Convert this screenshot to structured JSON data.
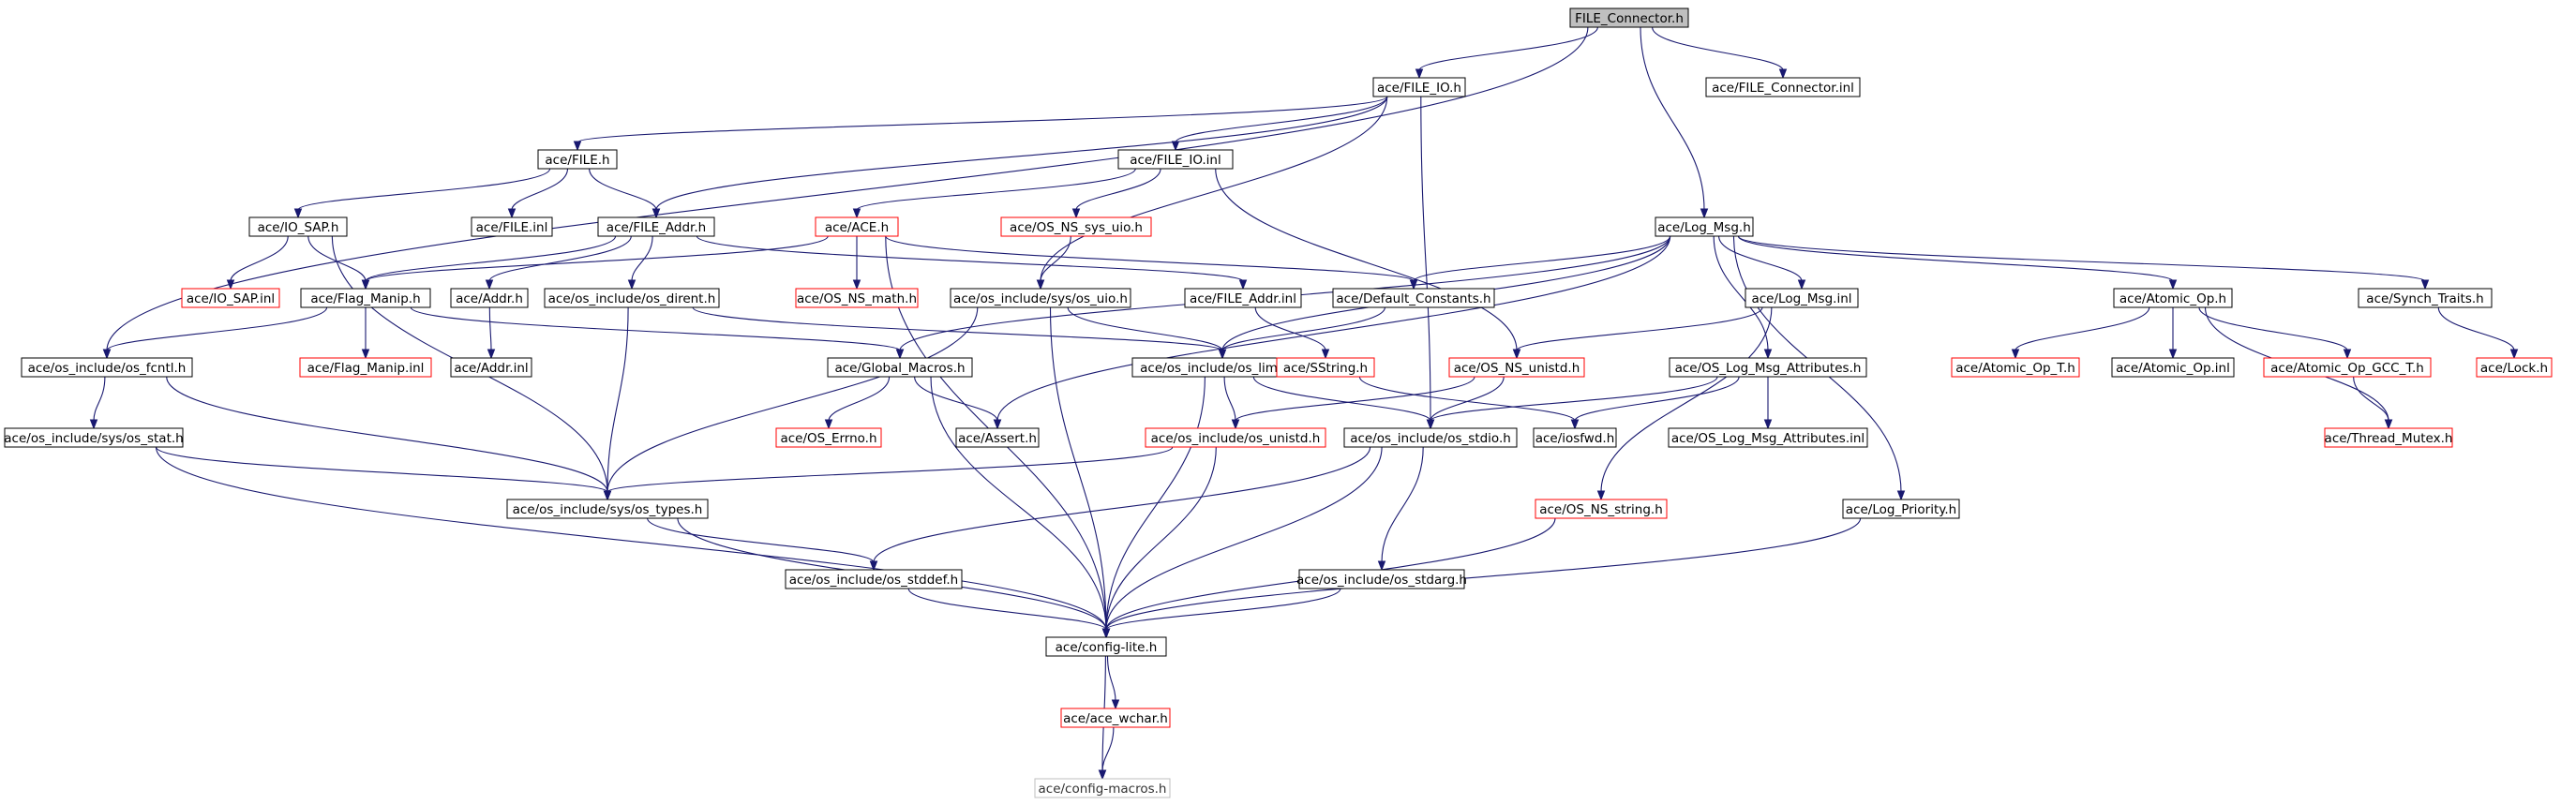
{
  "colors": {
    "root_fill": "#bfbfbf",
    "normal_border": "#000000",
    "truncated_border": "#ff0000",
    "macros_border": "#bfbfbf",
    "edge": "#191970",
    "background": "#ffffff"
  },
  "nodes": [
    {
      "id": "root",
      "label": "FILE_Connector.h",
      "style": "root"
    },
    {
      "id": "file_io_h",
      "label": "ace/FILE_IO.h",
      "style": "normal"
    },
    {
      "id": "file_connector_inl",
      "label": "ace/FILE_Connector.inl",
      "style": "normal"
    },
    {
      "id": "file_h",
      "label": "ace/FILE.h",
      "style": "normal"
    },
    {
      "id": "file_io_inl",
      "label": "ace/FILE_IO.inl",
      "style": "normal"
    },
    {
      "id": "io_sap_h",
      "label": "ace/IO_SAP.h",
      "style": "normal"
    },
    {
      "id": "file_inl",
      "label": "ace/FILE.inl",
      "style": "normal"
    },
    {
      "id": "file_addr_h",
      "label": "ace/FILE_Addr.h",
      "style": "normal"
    },
    {
      "id": "ace_h",
      "label": "ace/ACE.h",
      "style": "truncated"
    },
    {
      "id": "os_ns_sys_uio_h",
      "label": "ace/OS_NS_sys_uio.h",
      "style": "truncated"
    },
    {
      "id": "log_msg_h",
      "label": "ace/Log_Msg.h",
      "style": "normal"
    },
    {
      "id": "io_sap_inl",
      "label": "ace/IO_SAP.inl",
      "style": "truncated"
    },
    {
      "id": "flag_manip_h",
      "label": "ace/Flag_Manip.h",
      "style": "normal"
    },
    {
      "id": "addr_h",
      "label": "ace/Addr.h",
      "style": "normal"
    },
    {
      "id": "os_dirent_h",
      "label": "ace/os_include/os_dirent.h",
      "style": "normal"
    },
    {
      "id": "os_ns_math_h",
      "label": "ace/OS_NS_math.h",
      "style": "truncated"
    },
    {
      "id": "sys_os_uio_h",
      "label": "ace/os_include/sys/os_uio.h",
      "style": "normal"
    },
    {
      "id": "file_addr_inl",
      "label": "ace/FILE_Addr.inl",
      "style": "normal"
    },
    {
      "id": "default_constants_h",
      "label": "ace/Default_Constants.h",
      "style": "normal"
    },
    {
      "id": "log_msg_inl",
      "label": "ace/Log_Msg.inl",
      "style": "normal"
    },
    {
      "id": "atomic_op_h",
      "label": "ace/Atomic_Op.h",
      "style": "normal"
    },
    {
      "id": "synch_traits_h",
      "label": "ace/Synch_Traits.h",
      "style": "normal"
    },
    {
      "id": "os_fcntl_h",
      "label": "ace/os_include/os_fcntl.h",
      "style": "normal"
    },
    {
      "id": "flag_manip_inl",
      "label": "ace/Flag_Manip.inl",
      "style": "truncated"
    },
    {
      "id": "addr_inl",
      "label": "ace/Addr.inl",
      "style": "normal"
    },
    {
      "id": "global_macros_h",
      "label": "ace/Global_Macros.h",
      "style": "normal"
    },
    {
      "id": "os_limits_h",
      "label": "ace/os_include/os_limits.h",
      "style": "normal"
    },
    {
      "id": "sstring_h",
      "label": "ace/SString.h",
      "style": "truncated"
    },
    {
      "id": "os_ns_unistd_h",
      "label": "ace/OS_NS_unistd.h",
      "style": "truncated"
    },
    {
      "id": "os_log_msg_attributes_h",
      "label": "ace/OS_Log_Msg_Attributes.h",
      "style": "normal"
    },
    {
      "id": "atomic_op_t_h",
      "label": "ace/Atomic_Op_T.h",
      "style": "truncated"
    },
    {
      "id": "atomic_op_inl",
      "label": "ace/Atomic_Op.inl",
      "style": "normal"
    },
    {
      "id": "atomic_op_gcc_t_h",
      "label": "ace/Atomic_Op_GCC_T.h",
      "style": "truncated"
    },
    {
      "id": "lock_h",
      "label": "ace/Lock.h",
      "style": "truncated"
    },
    {
      "id": "sys_os_stat_h",
      "label": "ace/os_include/sys/os_stat.h",
      "style": "normal"
    },
    {
      "id": "os_errno_h",
      "label": "ace/OS_Errno.h",
      "style": "truncated"
    },
    {
      "id": "assert_h",
      "label": "ace/Assert.h",
      "style": "normal"
    },
    {
      "id": "os_unistd_h",
      "label": "ace/os_include/os_unistd.h",
      "style": "truncated"
    },
    {
      "id": "os_stdio_h",
      "label": "ace/os_include/os_stdio.h",
      "style": "normal"
    },
    {
      "id": "iosfwd_h",
      "label": "ace/iosfwd.h",
      "style": "normal"
    },
    {
      "id": "os_log_msg_attributes_inl",
      "label": "ace/OS_Log_Msg_Attributes.inl",
      "style": "normal"
    },
    {
      "id": "thread_mutex_h",
      "label": "ace/Thread_Mutex.h",
      "style": "truncated"
    },
    {
      "id": "sys_os_types_h",
      "label": "ace/os_include/sys/os_types.h",
      "style": "normal"
    },
    {
      "id": "os_ns_string_h",
      "label": "ace/OS_NS_string.h",
      "style": "truncated"
    },
    {
      "id": "log_priority_h",
      "label": "ace/Log_Priority.h",
      "style": "normal"
    },
    {
      "id": "os_stddef_h",
      "label": "ace/os_include/os_stddef.h",
      "style": "normal"
    },
    {
      "id": "os_stdarg_h",
      "label": "ace/os_include/os_stdarg.h",
      "style": "normal"
    },
    {
      "id": "config_lite_h",
      "label": "ace/config-lite.h",
      "style": "normal"
    },
    {
      "id": "ace_wchar_h",
      "label": "ace/ace_wchar.h",
      "style": "truncated"
    },
    {
      "id": "config_macros_h",
      "label": "ace/config-macros.h",
      "style": "macros"
    }
  ],
  "edges": [
    [
      "root",
      "file_io_h"
    ],
    [
      "root",
      "file_connector_inl"
    ],
    [
      "root",
      "log_msg_h"
    ],
    [
      "root",
      "os_fcntl_h"
    ],
    [
      "file_io_h",
      "file_h"
    ],
    [
      "file_io_h",
      "file_io_inl"
    ],
    [
      "file_io_h",
      "file_addr_h"
    ],
    [
      "file_io_h",
      "sys_os_uio_h"
    ],
    [
      "file_io_h",
      "os_stdio_h"
    ],
    [
      "file_h",
      "io_sap_h"
    ],
    [
      "file_h",
      "file_inl"
    ],
    [
      "file_h",
      "file_addr_h"
    ],
    [
      "file_io_inl",
      "ace_h"
    ],
    [
      "file_io_inl",
      "os_ns_sys_uio_h"
    ],
    [
      "file_io_inl",
      "os_ns_unistd_h"
    ],
    [
      "io_sap_h",
      "io_sap_inl"
    ],
    [
      "io_sap_h",
      "flag_manip_h"
    ],
    [
      "io_sap_h",
      "sys_os_types_h"
    ],
    [
      "file_addr_h",
      "flag_manip_h"
    ],
    [
      "file_addr_h",
      "addr_h"
    ],
    [
      "file_addr_h",
      "os_dirent_h"
    ],
    [
      "file_addr_h",
      "file_addr_inl"
    ],
    [
      "ace_h",
      "flag_manip_h"
    ],
    [
      "ace_h",
      "os_ns_math_h"
    ],
    [
      "ace_h",
      "default_constants_h"
    ],
    [
      "ace_h",
      "config_lite_h"
    ],
    [
      "os_ns_sys_uio_h",
      "sys_os_uio_h"
    ],
    [
      "log_msg_h",
      "default_constants_h"
    ],
    [
      "log_msg_h",
      "log_msg_inl"
    ],
    [
      "log_msg_h",
      "atomic_op_h"
    ],
    [
      "log_msg_h",
      "synch_traits_h"
    ],
    [
      "log_msg_h",
      "global_macros_h"
    ],
    [
      "log_msg_h",
      "os_limits_h"
    ],
    [
      "log_msg_h",
      "os_log_msg_attributes_h"
    ],
    [
      "log_msg_h",
      "log_priority_h"
    ],
    [
      "log_msg_h",
      "assert_h"
    ],
    [
      "flag_manip_h",
      "os_fcntl_h"
    ],
    [
      "flag_manip_h",
      "flag_manip_inl"
    ],
    [
      "flag_manip_h",
      "global_macros_h"
    ],
    [
      "addr_h",
      "addr_inl"
    ],
    [
      "os_dirent_h",
      "sys_os_types_h"
    ],
    [
      "os_dirent_h",
      "os_limits_h"
    ],
    [
      "sys_os_uio_h",
      "os_limits_h"
    ],
    [
      "sys_os_uio_h",
      "sys_os_types_h"
    ],
    [
      "sys_os_uio_h",
      "config_lite_h"
    ],
    [
      "file_addr_inl",
      "sstring_h"
    ],
    [
      "default_constants_h",
      "os_limits_h"
    ],
    [
      "log_msg_inl",
      "os_ns_unistd_h"
    ],
    [
      "log_msg_inl",
      "os_ns_string_h"
    ],
    [
      "atomic_op_h",
      "atomic_op_t_h"
    ],
    [
      "atomic_op_h",
      "atomic_op_inl"
    ],
    [
      "atomic_op_h",
      "atomic_op_gcc_t_h"
    ],
    [
      "atomic_op_h",
      "thread_mutex_h"
    ],
    [
      "synch_traits_h",
      "lock_h"
    ],
    [
      "os_fcntl_h",
      "sys_os_stat_h"
    ],
    [
      "os_fcntl_h",
      "sys_os_types_h"
    ],
    [
      "global_macros_h",
      "os_errno_h"
    ],
    [
      "global_macros_h",
      "assert_h"
    ],
    [
      "global_macros_h",
      "config_lite_h"
    ],
    [
      "os_limits_h",
      "os_unistd_h"
    ],
    [
      "os_limits_h",
      "os_stdio_h"
    ],
    [
      "os_limits_h",
      "config_lite_h"
    ],
    [
      "sstring_h",
      "iosfwd_h"
    ],
    [
      "os_ns_unistd_h",
      "os_unistd_h"
    ],
    [
      "os_ns_unistd_h",
      "os_stdio_h"
    ],
    [
      "os_log_msg_attributes_h",
      "os_stdio_h"
    ],
    [
      "os_log_msg_attributes_h",
      "iosfwd_h"
    ],
    [
      "os_log_msg_attributes_h",
      "os_log_msg_attributes_inl"
    ],
    [
      "atomic_op_gcc_t_h",
      "thread_mutex_h"
    ],
    [
      "sys_os_stat_h",
      "sys_os_types_h"
    ],
    [
      "sys_os_stat_h",
      "config_lite_h"
    ],
    [
      "os_unistd_h",
      "sys_os_types_h"
    ],
    [
      "os_unistd_h",
      "config_lite_h"
    ],
    [
      "os_stdio_h",
      "os_stddef_h"
    ],
    [
      "os_stdio_h",
      "os_stdarg_h"
    ],
    [
      "os_stdio_h",
      "config_lite_h"
    ],
    [
      "sys_os_types_h",
      "os_stddef_h"
    ],
    [
      "sys_os_types_h",
      "config_lite_h"
    ],
    [
      "os_ns_string_h",
      "config_lite_h"
    ],
    [
      "log_priority_h",
      "config_lite_h"
    ],
    [
      "os_stddef_h",
      "config_lite_h"
    ],
    [
      "os_stdarg_h",
      "config_lite_h"
    ],
    [
      "config_lite_h",
      "ace_wchar_h"
    ],
    [
      "config_lite_h",
      "config_macros_h"
    ],
    [
      "ace_wchar_h",
      "config_macros_h"
    ]
  ]
}
